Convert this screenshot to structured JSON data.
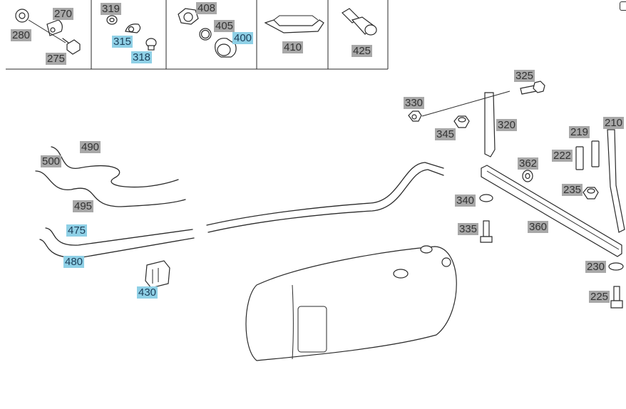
{
  "callouts": {
    "c270": "270",
    "c280": "280",
    "c275": "275",
    "c319": "319",
    "c315": "315",
    "c318": "318",
    "c408": "408",
    "c405": "405",
    "c400": "400",
    "c410": "410",
    "c425": "425",
    "c325": "325",
    "c330": "330",
    "c320": "320",
    "c345": "345",
    "c219": "219",
    "c210": "210",
    "c222": "222",
    "c362": "362",
    "c235": "235",
    "c340": "340",
    "c335": "335",
    "c360": "360",
    "c230": "230",
    "c225": "225",
    "c490": "490",
    "c500": "500",
    "c495": "495",
    "c475": "475",
    "c480": "480",
    "c430": "430"
  },
  "highlighted": [
    "315",
    "318",
    "400",
    "475",
    "480",
    "430"
  ],
  "colors": {
    "label_bg": "#a8a8a8",
    "highlight_bg": "#8fd0e6",
    "line": "#2a2a2a"
  }
}
